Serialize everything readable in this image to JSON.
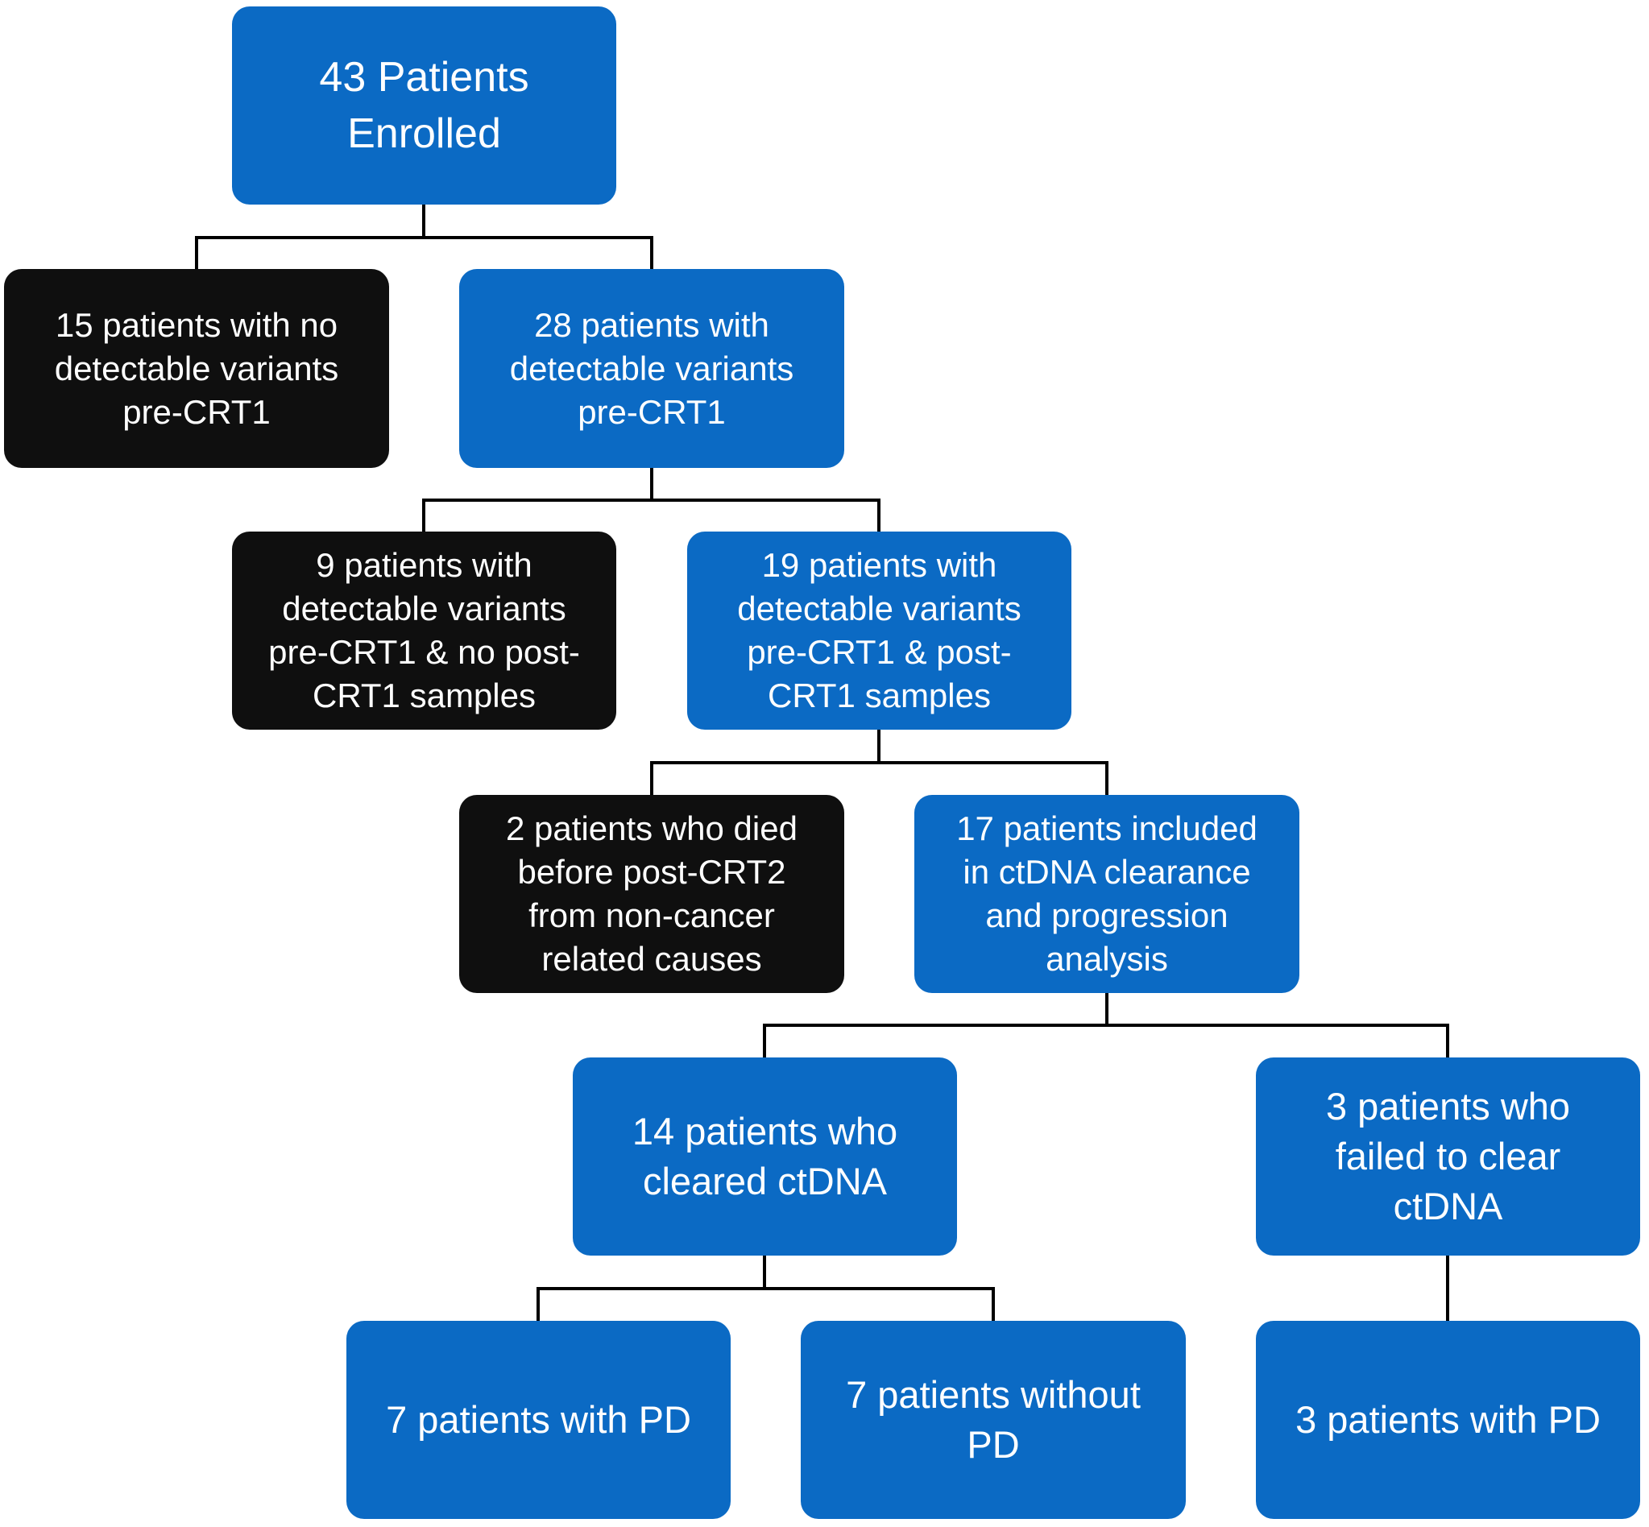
{
  "nodes": {
    "enrolled": "43 Patients\nEnrolled",
    "no_variants": "15 patients with no\ndetectable variants\npre-CRT1",
    "variants": "28 patients with\ndetectable variants\npre-CRT1",
    "no_post_samples": "9 patients with\ndetectable variants\npre-CRT1 & no post-\nCRT1 samples",
    "post_samples": "19 patients with\ndetectable variants\npre-CRT1 & post-\nCRT1 samples",
    "died": "2 patients who died\nbefore post-CRT2\nfrom non-cancer\nrelated causes",
    "included": "17 patients included\nin ctDNA clearance\nand progression\nanalysis",
    "cleared": "14 patients who\ncleared ctDNA",
    "failed": "3 patients who\nfailed to clear\nctDNA",
    "cleared_pd": "7 patients with PD",
    "cleared_no_pd": "7 patients without\nPD",
    "failed_pd": "3 patients with PD"
  },
  "colors": {
    "included_path": "#0b6ac4",
    "excluded": "#0f0f0f",
    "connector": "#000000"
  }
}
